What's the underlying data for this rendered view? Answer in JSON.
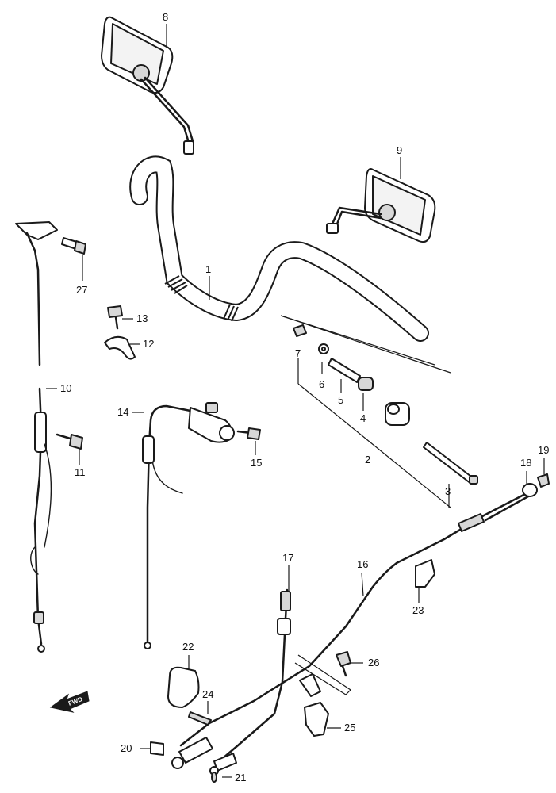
{
  "diagram": {
    "callouts": {
      "c1": "1",
      "c2": "2",
      "c3": "3",
      "c4": "4",
      "c5": "5",
      "c6": "6",
      "c7": "7",
      "c8": "8",
      "c9": "9",
      "c10": "10",
      "c11": "11",
      "c12": "12",
      "c13": "13",
      "c14": "14",
      "c15": "15",
      "c16": "16",
      "c17": "17",
      "c18": "18",
      "c19": "19",
      "c20": "20",
      "c21": "21",
      "c22": "22",
      "c23": "23",
      "c24": "24",
      "c25": "25",
      "c26": "26",
      "c27": "27"
    },
    "fwd_label": "FWD"
  }
}
